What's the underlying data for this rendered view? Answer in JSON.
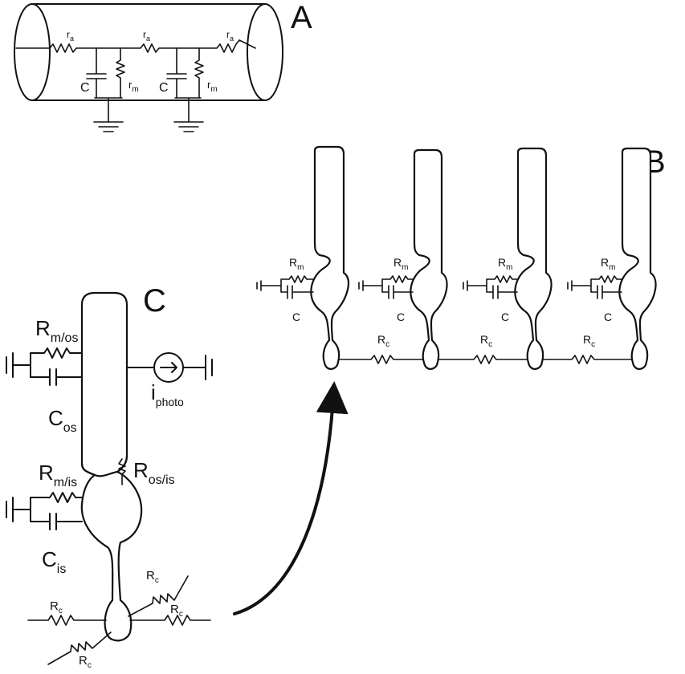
{
  "panels": {
    "a": "A",
    "b": "B",
    "c": "C"
  },
  "panel_a": {
    "ra": "r",
    "ra_sub": "a",
    "rm": "r",
    "rm_sub": "m",
    "cap": "C"
  },
  "panel_b": {
    "rm": "R",
    "rm_sub": "m",
    "cap": "C",
    "rc": "R",
    "rc_sub": "c"
  },
  "panel_c": {
    "rmos": "R",
    "rmos_sub": "m/os",
    "cos": "C",
    "cos_sub": "os",
    "iphoto": "i",
    "iphoto_sub": "photo",
    "rosis": "R",
    "rosis_sub": "os/is",
    "rmis": "R",
    "rmis_sub": "m/is",
    "cis": "C",
    "cis_sub": "is",
    "rc": "R",
    "rc_sub": "c"
  },
  "colors": {
    "ink": "#111111",
    "background": "#ffffff"
  }
}
